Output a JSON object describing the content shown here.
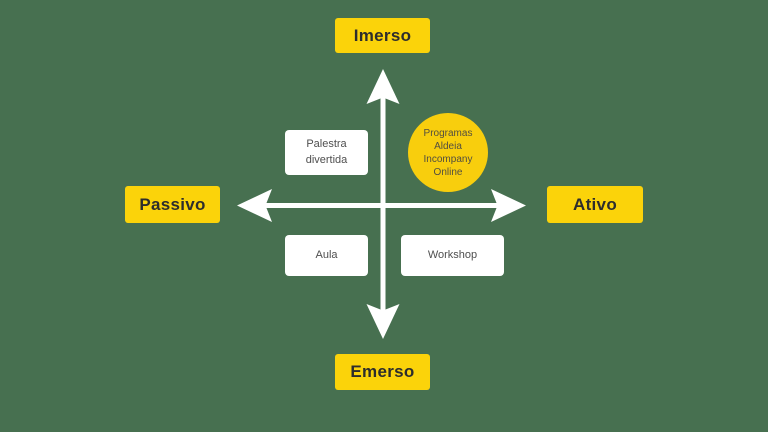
{
  "canvas": {
    "background": "#477050"
  },
  "axis_labels": {
    "top": "Imerso",
    "bottom": "Emerso",
    "left": "Passivo",
    "right": "Ativo"
  },
  "quadrant_items": {
    "top_left_card": "Palestra divertida",
    "bottom_left_card": "Aula",
    "bottom_right_card": "Workshop",
    "top_right_bubble": "Programas Aldeia Incompany Online"
  },
  "colors": {
    "background_green": "#477050",
    "accent_yellow": "#FBD30A",
    "bubble_yellow": "#F8CE0D",
    "card_white": "#FFFFFF",
    "axis_label_text": "#2D2D2D",
    "card_text": "#4F4F4F",
    "bubble_text": "#524E40",
    "arrow_white": "#FFFFFF"
  }
}
